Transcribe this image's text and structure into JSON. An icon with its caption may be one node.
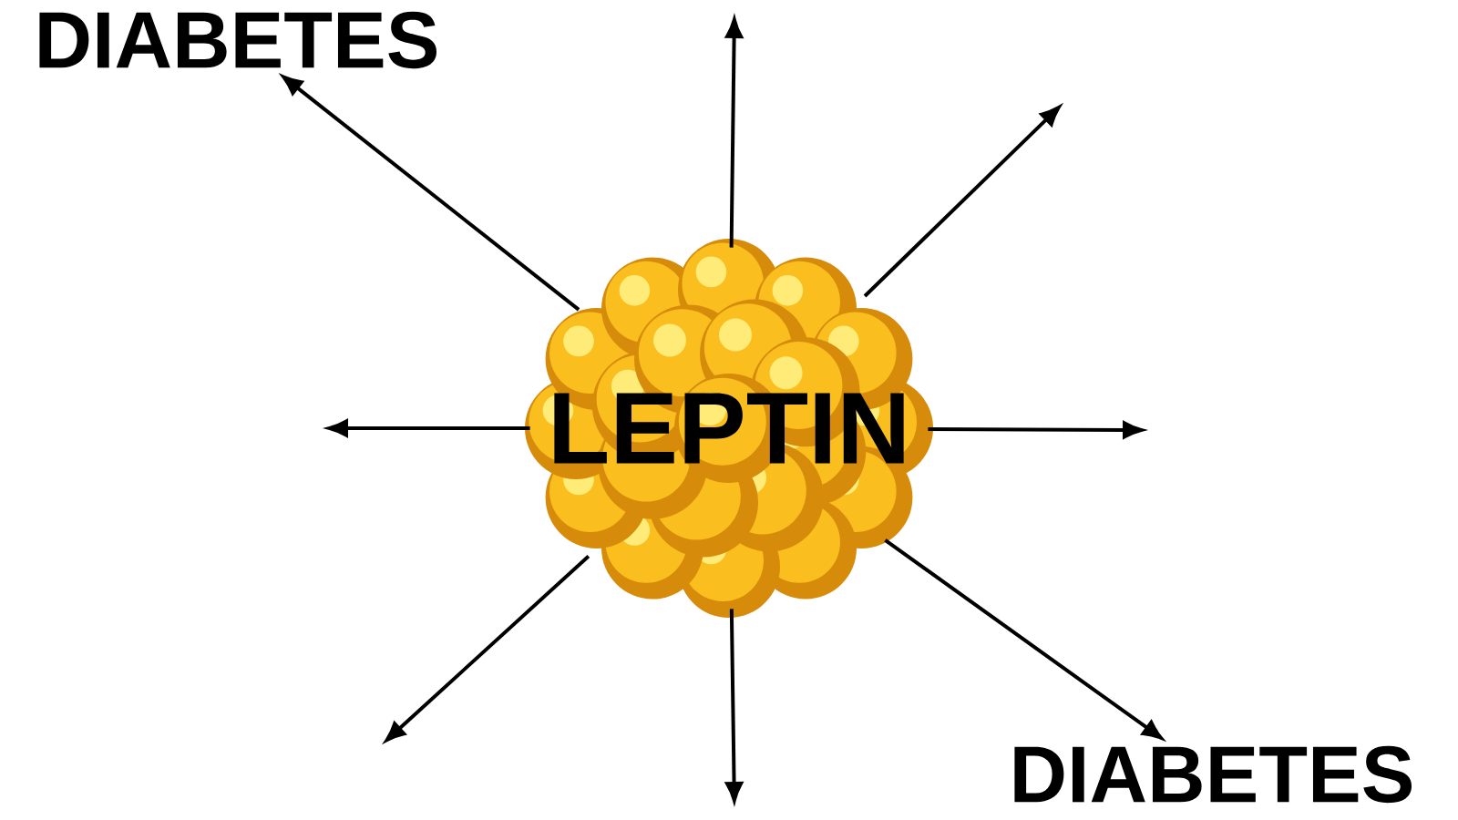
{
  "diagram": {
    "nodes": [
      {
        "text": [
          "LEPTIN"
        ]
      },
      {
        "text": [
          "DIABETES"
        ]
      },
      {
        "text": [
          "DIABETES"
        ]
      }
    ],
    "edges": [
      {
        "from": 0,
        "to": null,
        "arrow": "to"
      },
      {
        "from": 0,
        "to": null,
        "arrow": "to"
      },
      {
        "from": 0,
        "to": null,
        "arrow": "to"
      },
      {
        "from": 0,
        "to": 2,
        "arrow": "to"
      },
      {
        "from": 0,
        "to": null,
        "arrow": "to"
      },
      {
        "from": 0,
        "to": null,
        "arrow": "to"
      },
      {
        "from": 0,
        "to": null,
        "arrow": "to"
      },
      {
        "from": 0,
        "to": 1,
        "arrow": "to"
      }
    ]
  }
}
